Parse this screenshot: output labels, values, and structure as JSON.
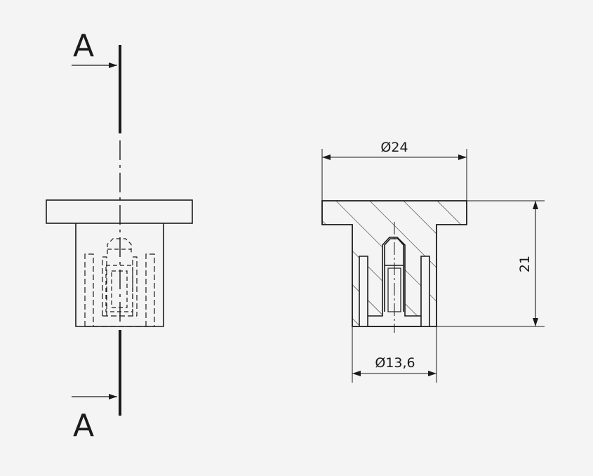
{
  "section": {
    "marker_top": "A",
    "marker_bottom": "A"
  },
  "dimensions": {
    "flange_diameter": "Ø24",
    "body_diameter": "Ø13,6",
    "overall_height": "21"
  },
  "colors": {
    "line": "#1a1a1a",
    "background": "#f4f4f4"
  }
}
